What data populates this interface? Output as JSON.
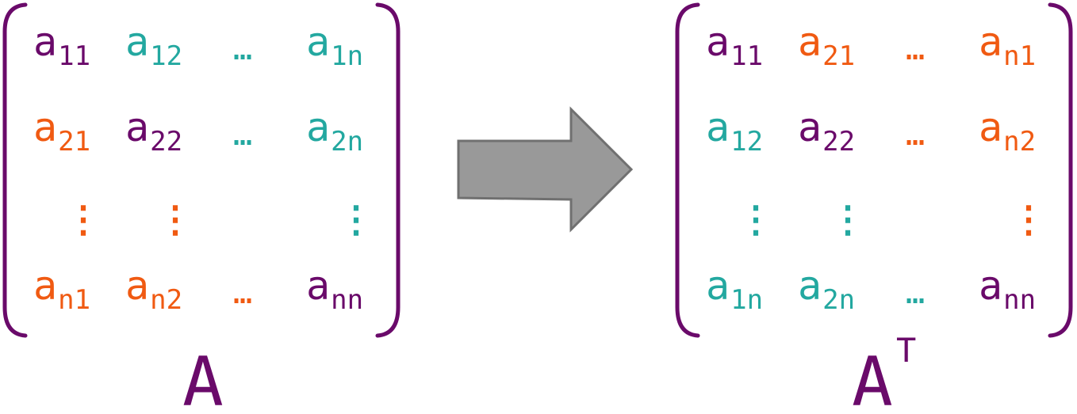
{
  "colors": {
    "purple": "#6a0a6a",
    "orange": "#f05a12",
    "teal": "#23a8a0",
    "arrow_fill": "#999999",
    "arrow_stroke": "#707070"
  },
  "matrix_a": {
    "label": "A",
    "rows": [
      [
        {
          "base": "a",
          "sub": "11",
          "color": "purple"
        },
        {
          "base": "a",
          "sub": "12",
          "color": "teal"
        },
        {
          "base": "…",
          "sub": "",
          "color": "teal"
        },
        {
          "base": "a",
          "sub": "1n",
          "color": "teal"
        }
      ],
      [
        {
          "base": "a",
          "sub": "21",
          "color": "orange"
        },
        {
          "base": "a",
          "sub": "22",
          "color": "purple"
        },
        {
          "base": "…",
          "sub": "",
          "color": "teal"
        },
        {
          "base": "a",
          "sub": "2n",
          "color": "teal"
        }
      ],
      [
        {
          "base": "⋮",
          "sub": "",
          "color": "orange"
        },
        {
          "base": "⋮",
          "sub": "",
          "color": "orange"
        },
        {
          "base": "",
          "sub": "",
          "color": "teal"
        },
        {
          "base": "⋮",
          "sub": "",
          "color": "teal"
        }
      ],
      [
        {
          "base": "a",
          "sub": "n1",
          "color": "orange"
        },
        {
          "base": "a",
          "sub": "n2",
          "color": "orange"
        },
        {
          "base": "…",
          "sub": "",
          "color": "orange"
        },
        {
          "base": "a",
          "sub": "nn",
          "color": "purple"
        }
      ]
    ]
  },
  "matrix_at": {
    "label": "A",
    "label_sup": "T",
    "rows": [
      [
        {
          "base": "a",
          "sub": "11",
          "color": "purple"
        },
        {
          "base": "a",
          "sub": "21",
          "color": "orange"
        },
        {
          "base": "…",
          "sub": "",
          "color": "orange"
        },
        {
          "base": "a",
          "sub": "n1",
          "color": "orange"
        }
      ],
      [
        {
          "base": "a",
          "sub": "12",
          "color": "teal"
        },
        {
          "base": "a",
          "sub": "22",
          "color": "purple"
        },
        {
          "base": "…",
          "sub": "",
          "color": "orange"
        },
        {
          "base": "a",
          "sub": "n2",
          "color": "orange"
        }
      ],
      [
        {
          "base": "⋮",
          "sub": "",
          "color": "teal"
        },
        {
          "base": "⋮",
          "sub": "",
          "color": "teal"
        },
        {
          "base": "",
          "sub": "",
          "color": "orange"
        },
        {
          "base": "⋮",
          "sub": "",
          "color": "orange"
        }
      ],
      [
        {
          "base": "a",
          "sub": "1n",
          "color": "teal"
        },
        {
          "base": "a",
          "sub": "2n",
          "color": "teal"
        },
        {
          "base": "…",
          "sub": "",
          "color": "teal"
        },
        {
          "base": "a",
          "sub": "nn",
          "color": "purple"
        }
      ]
    ]
  },
  "arrow": {
    "icon": "right-arrow-icon"
  }
}
